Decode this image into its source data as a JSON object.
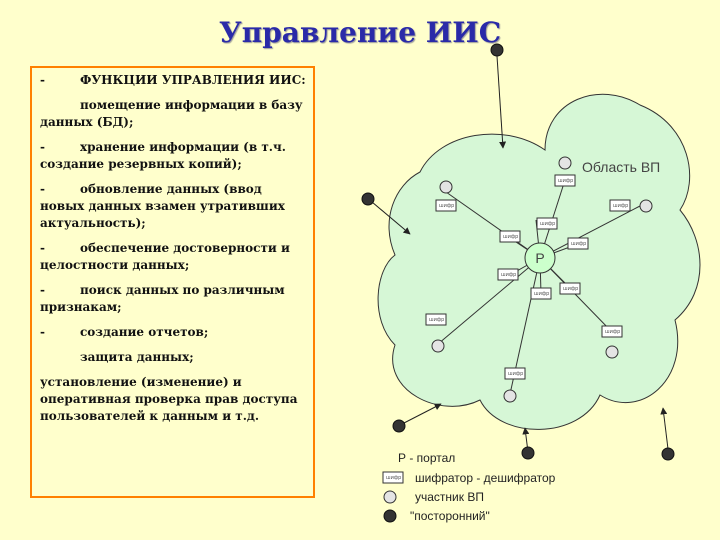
{
  "page": {
    "title": "Управление ИИС"
  },
  "functions": {
    "heading": "ФУНКЦИИ УПРАВЛЕНИЯ ИИС:",
    "items": [
      {
        "dash": "",
        "text": "помещение информации в базу данных (БД);"
      },
      {
        "dash": "-",
        "text": "хранение информации (в т.ч. создание резервных копий);"
      },
      {
        "dash": "-",
        "text": "обновление данных (ввод новых данных взамен утративших актуальность);"
      },
      {
        "dash": "-",
        "text": "обеспечение достоверности и целостности данных;"
      },
      {
        "dash": "-",
        "text": "поиск данных по различным признакам;"
      },
      {
        "dash": "-",
        "text": "создание отчетов;"
      },
      {
        "dash": "",
        "text": "защита данных;"
      },
      {
        "dash": "",
        "text": "установление (изменение) и оперативная проверка прав доступа пользователей к данным и т.д."
      }
    ]
  },
  "diagram": {
    "region_label": "Область ВП",
    "portal_label": "Р",
    "tag_text": "шифр",
    "colors": {
      "cloud": "#d6f7d6",
      "portal": "#ccffcc",
      "member": "#e4e4e4",
      "outsider": "#333333",
      "line": "#333333"
    }
  },
  "legend": {
    "portal": "Р - портал",
    "encryptor": "шифратор - дешифратор",
    "member": "участник ВП",
    "outsider": "\"посторонний\""
  }
}
